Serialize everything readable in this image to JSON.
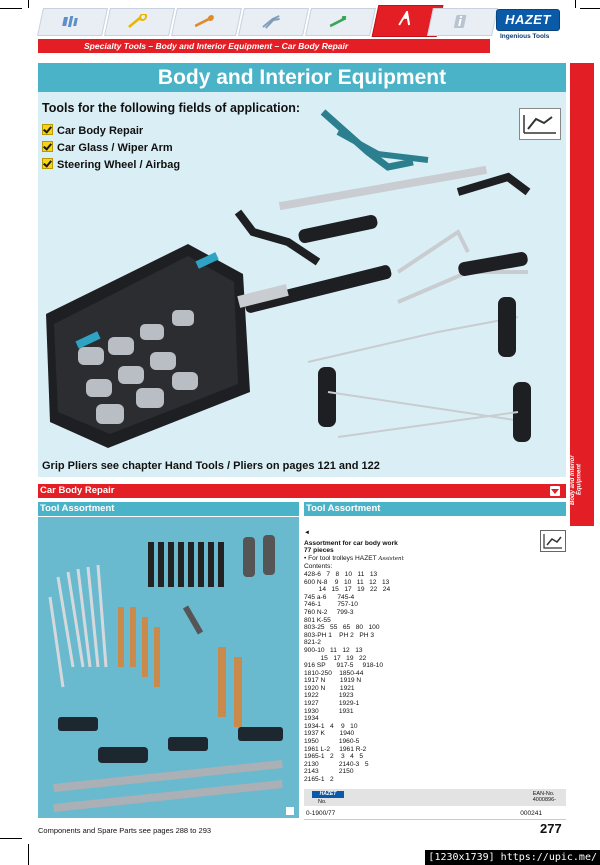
{
  "brand": {
    "logo_text": "HAZET",
    "tagline": "Ingenious Tools"
  },
  "breadcrumb": "Specialty Tools –  Body and Interior Equipment – Car Body Repair",
  "banner_title": "Body and Interior Equipment",
  "fields": {
    "heading": "Tools for the following fields of application:",
    "items": [
      "Car Body Repair",
      "Car Glass / Wiper Arm",
      "Steering Wheel / Airbag"
    ]
  },
  "grip_note": "Grip Pliers see chapter Hand Tools / Pliers on pages 121 and 122",
  "side_tab": "Body and Interior Equipment",
  "section_red": "Car Body Repair",
  "left_section": "Tool Assortment",
  "right_section": "Tool Assortment",
  "assortment": {
    "marker": "◄",
    "title_line1": "Assortment for car body work",
    "title_line2": "77 pieces",
    "trolley_note": "• For tool trolleys HAZET",
    "trolley_brand": "Assistent",
    "contents_label": "Contents:",
    "rows": [
      "428-6   7   8   10   11   13",
      "600 N-8    9   10   11   12   13",
      "        14   15   17   19   22   24",
      "745 a-6      745-4",
      "746-1         757-10",
      "760 N-2     799-3",
      "801 K-55",
      "803-25   55   65   80   100",
      "803-PH 1    PH 2   PH 3",
      "821-2",
      "900-10   11   12   13",
      "         15   17   19   22",
      "916 SP      917-5     918-10",
      "1810-250    1850-44",
      "1917 N        1919 N",
      "1920 N        1921",
      "1922           1923",
      "1927           1929-1",
      "1930           1931",
      "1934",
      "1934-1   4    9   10",
      "1937 K        1940",
      "1950           1960-5",
      "1961 L-2     1961 R-2",
      "1965-1   2    3   4   5",
      "2130           2140-3   5",
      "2143           2150",
      "2165-1   2"
    ]
  },
  "order": {
    "brand": "HAZET",
    "no_label": "No.",
    "ean_label_1": "EAN-No.",
    "ean_label_2": "4000896-",
    "number": "0-1900/77",
    "ean": "000241"
  },
  "footer_note": "Components and Spare Parts see pages 288 to 293",
  "page_number": "277",
  "watermark": "[1230x1739] https://upic.me/"
}
